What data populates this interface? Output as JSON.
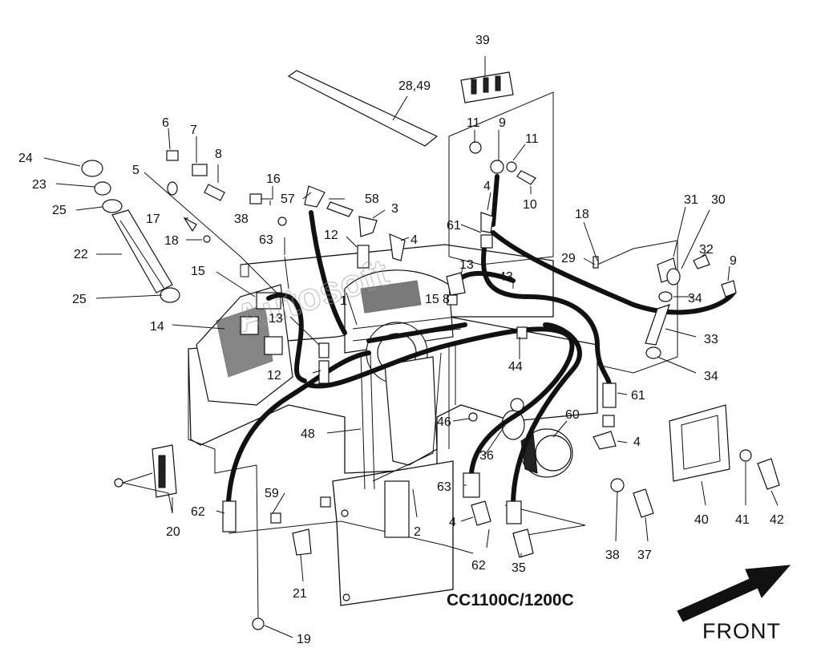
{
  "diagram": {
    "model_label": "CC1100C/1200C",
    "front_label": "FRONT",
    "watermark": "Autosoft",
    "callouts": [
      {
        "id": "c39",
        "text": "39"
      },
      {
        "id": "c2849",
        "text": "28,49"
      },
      {
        "id": "c6",
        "text": "6"
      },
      {
        "id": "c7",
        "text": "7"
      },
      {
        "id": "c8",
        "text": "8"
      },
      {
        "id": "c24",
        "text": "24"
      },
      {
        "id": "c23",
        "text": "23"
      },
      {
        "id": "c25a",
        "text": "25"
      },
      {
        "id": "c5",
        "text": "5"
      },
      {
        "id": "c16",
        "text": "16"
      },
      {
        "id": "c57",
        "text": "57"
      },
      {
        "id": "c58",
        "text": "58"
      },
      {
        "id": "c3",
        "text": "3"
      },
      {
        "id": "c4a",
        "text": "4"
      },
      {
        "id": "c11a",
        "text": "11"
      },
      {
        "id": "c9a",
        "text": "9"
      },
      {
        "id": "c11b",
        "text": "11"
      },
      {
        "id": "c10",
        "text": "10"
      },
      {
        "id": "c4b",
        "text": "4"
      },
      {
        "id": "c18a",
        "text": "18"
      },
      {
        "id": "c31",
        "text": "31"
      },
      {
        "id": "c30",
        "text": "30"
      },
      {
        "id": "c32",
        "text": "32"
      },
      {
        "id": "c9b",
        "text": "9"
      },
      {
        "id": "c38a",
        "text": "38"
      },
      {
        "id": "c17",
        "text": "17"
      },
      {
        "id": "c18b",
        "text": "18"
      },
      {
        "id": "c22",
        "text": "22"
      },
      {
        "id": "c63a",
        "text": "63"
      },
      {
        "id": "c12a",
        "text": "12"
      },
      {
        "id": "c61a",
        "text": "61"
      },
      {
        "id": "c13a",
        "text": "13"
      },
      {
        "id": "c29",
        "text": "29"
      },
      {
        "id": "c15a",
        "text": "15"
      },
      {
        "id": "c43",
        "text": "43"
      },
      {
        "id": "c34a",
        "text": "34"
      },
      {
        "id": "c25b",
        "text": "25"
      },
      {
        "id": "c1",
        "text": "1"
      },
      {
        "id": "c15b",
        "text": "15"
      },
      {
        "id": "c8b",
        "text": "8"
      },
      {
        "id": "c14",
        "text": "14"
      },
      {
        "id": "c13b",
        "text": "13"
      },
      {
        "id": "c33",
        "text": "33"
      },
      {
        "id": "c44",
        "text": "44"
      },
      {
        "id": "c12b",
        "text": "12"
      },
      {
        "id": "c34b",
        "text": "34"
      },
      {
        "id": "c61b",
        "text": "61"
      },
      {
        "id": "c60",
        "text": "60"
      },
      {
        "id": "c48",
        "text": "48"
      },
      {
        "id": "c46",
        "text": "46"
      },
      {
        "id": "c4c",
        "text": "4"
      },
      {
        "id": "c36",
        "text": "36"
      },
      {
        "id": "c63b",
        "text": "63"
      },
      {
        "id": "c59",
        "text": "59"
      },
      {
        "id": "c62a",
        "text": "62"
      },
      {
        "id": "c20",
        "text": "20"
      },
      {
        "id": "c2",
        "text": "2"
      },
      {
        "id": "c4d",
        "text": "4"
      },
      {
        "id": "c40",
        "text": "40"
      },
      {
        "id": "c41",
        "text": "41"
      },
      {
        "id": "c42",
        "text": "42"
      },
      {
        "id": "c38b",
        "text": "38"
      },
      {
        "id": "c37",
        "text": "37"
      },
      {
        "id": "c62b",
        "text": "62"
      },
      {
        "id": "c35",
        "text": "35"
      },
      {
        "id": "c21",
        "text": "21"
      },
      {
        "id": "c19",
        "text": "19"
      }
    ]
  }
}
